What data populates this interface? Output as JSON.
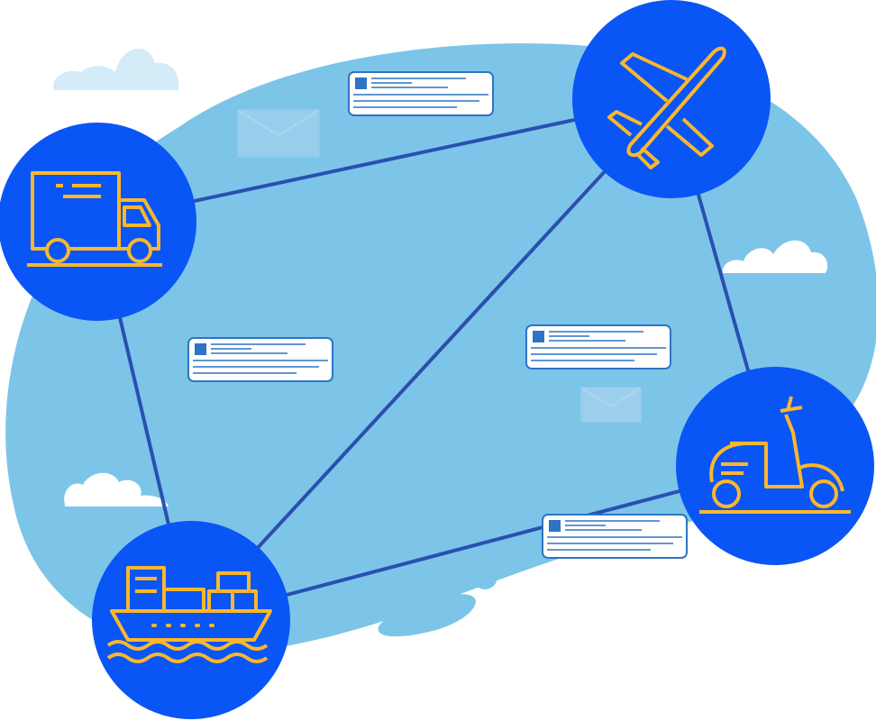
{
  "colors": {
    "blob": "#7cc5e8",
    "node": "#0a55f5",
    "icon_stroke": "#fbb72c",
    "link": "#2a4fb0",
    "card_border": "#2d74c4",
    "cloud": "#ffffff",
    "cloud_faded": "#d4ebf8",
    "envelope": "#a9d4ef"
  },
  "nodes": [
    {
      "id": "truck",
      "icon": "truck-icon"
    },
    {
      "id": "plane",
      "icon": "airplane-icon"
    },
    {
      "id": "scooter",
      "icon": "scooter-icon"
    },
    {
      "id": "ship",
      "icon": "cargo-ship-icon"
    }
  ],
  "links": [
    [
      "truck",
      "plane"
    ],
    [
      "truck",
      "ship"
    ],
    [
      "ship",
      "plane"
    ],
    [
      "plane",
      "scooter"
    ],
    [
      "ship",
      "scooter"
    ]
  ],
  "message_cards": 4
}
